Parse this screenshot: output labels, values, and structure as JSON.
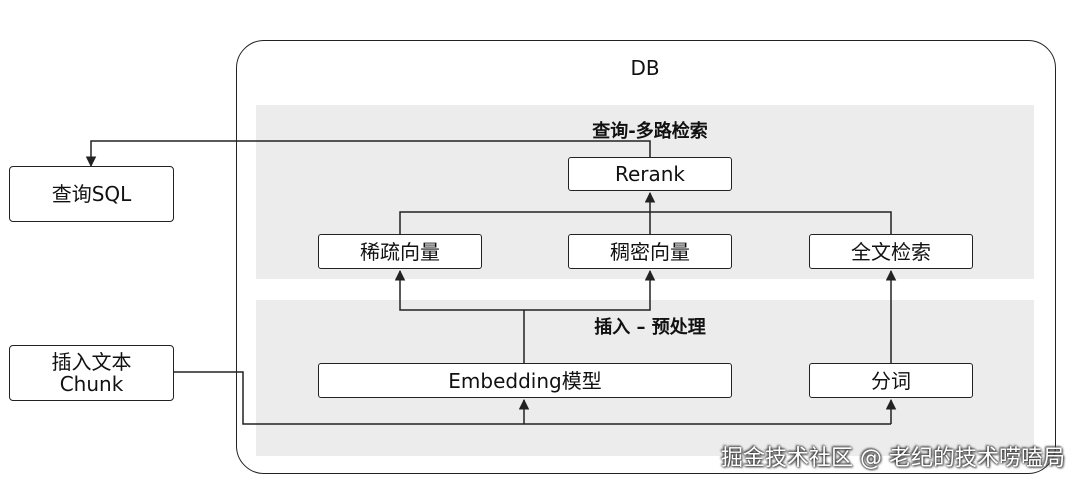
{
  "db": {
    "title": "DB"
  },
  "query_panel": {
    "title": "查询-多路检索"
  },
  "insert_panel": {
    "title": "插入 – 预处理"
  },
  "nodes": {
    "query_sql": "查询SQL",
    "insert_text_line1": "插入文本",
    "insert_text_line2": "Chunk",
    "rerank": "Rerank",
    "sparse_vector": "稀疏向量",
    "dense_vector": "稠密向量",
    "fulltext_search": "全文检索",
    "embedding_model": "Embedding模型",
    "tokenizer": "分词"
  },
  "watermark": "掘金技术社区 @ 老纪的技术唠嗑局"
}
